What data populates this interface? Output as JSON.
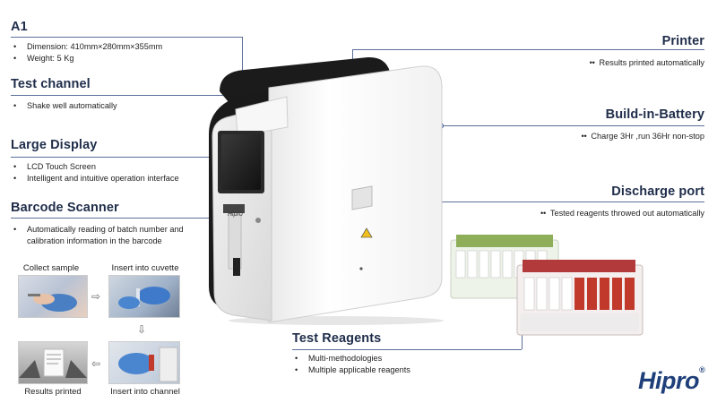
{
  "sections": {
    "a1": {
      "title": "A1",
      "bullets": [
        "Dimension: 410mm×280mm×355mm",
        "Weight: 5 Kg"
      ]
    },
    "test_channel": {
      "title": "Test channel",
      "bullets": [
        "Shake well automatically"
      ]
    },
    "large_display": {
      "title": "Large Display",
      "bullets": [
        "LCD Touch Screen",
        "Intelligent and intuitive operation interface"
      ]
    },
    "barcode_scanner": {
      "title": "Barcode Scanner",
      "bullets": [
        "Automatically reading of batch number and",
        "calibration information in the barcode"
      ]
    },
    "printer": {
      "title": "Printer",
      "bullets": [
        "Results printed automatically"
      ]
    },
    "battery": {
      "title": "Build-in-Battery",
      "bullets": [
        "Charge 3Hr ,run 36Hr non-stop"
      ]
    },
    "discharge": {
      "title": "Discharge port",
      "bullets": [
        "Tested reagents throwed out automatically"
      ]
    },
    "reagents": {
      "title": "Test Reagents",
      "bullets": [
        "Multi-methodologies",
        "Multiple applicable reagents"
      ]
    }
  },
  "flow": {
    "collect": "Collect sample",
    "insert_cuvette": "Insert into cuvette",
    "results": "Results printed",
    "insert_channel": "Insert into channel",
    "arrow_right": "⇨",
    "arrow_down": "⇩",
    "arrow_left": "⇦"
  },
  "device": {
    "screen_brand": "Hipro"
  },
  "brand": {
    "logo": "Hipro",
    "registered": "®"
  },
  "colors": {
    "title": "#1f2d4a",
    "line": "#5a6f9a",
    "logo": "#1f3f7a"
  }
}
